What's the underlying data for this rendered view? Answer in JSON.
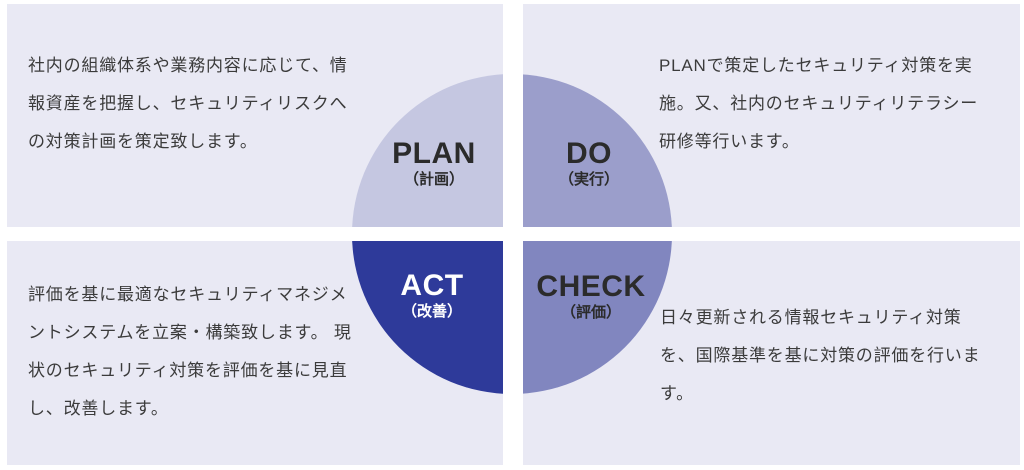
{
  "colors": {
    "background": "#ffffff",
    "panel_bg": "#e9e9f4",
    "plan": "#c5c7e1",
    "do": "#9b9ecb",
    "check": "#8186bf",
    "act": "#2e3a9a",
    "body_text": "#3b3b3b",
    "label_text": "#2b2b2b",
    "act_label_text": "#ffffff"
  },
  "diagram": {
    "type": "pdca-cycle"
  },
  "quadrants": {
    "plan": {
      "label": "PLAN",
      "sublabel": "（計画）",
      "description": "社内の組織体系や業務内容に応じて、情\n報資産を把握し、セキュリティリスクへ\nの対策計画を策定致します。"
    },
    "do": {
      "label": "DO",
      "sublabel": "（実行）",
      "description": "PLANで策定したセキュリティ対策を実\n施。又、社内のセキュリティリテラシー\n研修等行います。"
    },
    "check": {
      "label": "CHECK",
      "sublabel": "（評価）",
      "description": "日々更新される情報セキュリティ対策\nを、国際基準を基に対策の評価を行いま\nす。"
    },
    "act": {
      "label": "ACT",
      "sublabel": "（改善）",
      "description": "評価を基に最適なセキュリティマネジメ\nントシステムを立案・構築致します。 現\n状のセキュリティ対策を評価を基に見直\nし、改善します。"
    }
  }
}
